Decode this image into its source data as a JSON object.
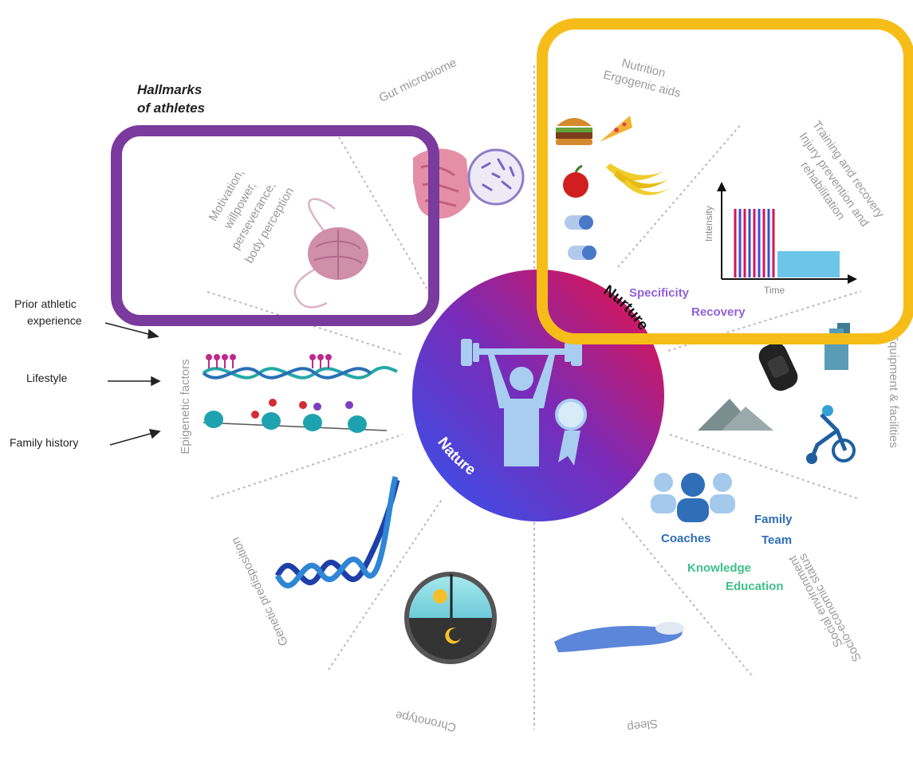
{
  "title": {
    "line1": "Hallmarks",
    "line2": "of athletes"
  },
  "hub": {
    "nature": "Nature",
    "nurture": "Nurture"
  },
  "segments": {
    "gut": "Gut microbiome",
    "nutrition": [
      "Nutrition",
      "Ergogenic aids"
    ],
    "training": [
      "Training and recovery",
      "Injury prevention and",
      "rehabilitation"
    ],
    "equipment": "Equipment & facilities",
    "social": [
      "Socio-economic status",
      "Social environment"
    ],
    "sleep": "Sleep",
    "chronotype": "Chronotype",
    "genetic": "Genetic predisposition",
    "epigenetic": "Epigenetic factors",
    "motivation": [
      "Motivation,",
      "willpower,",
      "perseverance,",
      "body perception"
    ]
  },
  "inputs": [
    "Prior athletic",
    "experience",
    "Lifestyle",
    "Family history"
  ],
  "nurture_labels": {
    "specificity": "Specificity",
    "recovery": "Recovery"
  },
  "chart_axes": {
    "y": "Intensity",
    "x": "Time"
  },
  "social_labels": {
    "coaches": "Coaches",
    "family": "Family",
    "team": "Team",
    "knowledge": "Knowledge",
    "education": "Education"
  },
  "colors": {
    "highlight_purple": "#7a3a9e",
    "highlight_gold": "#f6bd19",
    "hub_blue": "#3b49e8",
    "hub_red": "#e0104a",
    "label_purple": "#9160d8",
    "label_blue": "#2d6db6",
    "label_green": "#3fc08a"
  },
  "icons": [
    "gut-icon",
    "microbe-icon",
    "burger-icon",
    "pizza-icon",
    "apple-icon",
    "banana-icon",
    "pill-icon",
    "intensity-chart-icon",
    "brain-icon",
    "watch-icon",
    "gym-machine-icon",
    "mountain-icon",
    "bike-icon",
    "people-icon",
    "sleep-icon",
    "clock-icon",
    "dna-icon",
    "epigenetic-dna-icon",
    "weightlifter-icon",
    "medal-icon"
  ]
}
